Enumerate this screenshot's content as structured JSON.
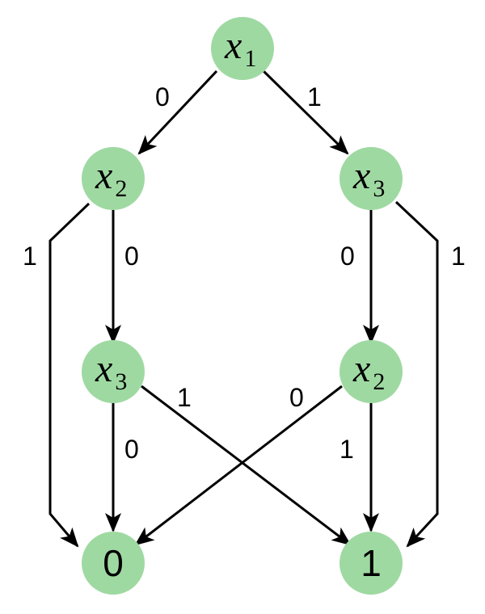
{
  "colors": {
    "node_fill": "#9fd9a2",
    "edge": "#000000",
    "text": "#000000"
  },
  "nodes": [
    {
      "id": "n1",
      "var": "x",
      "sub": "1"
    },
    {
      "id": "n2",
      "var": "x",
      "sub": "2"
    },
    {
      "id": "n3",
      "var": "x",
      "sub": "3"
    },
    {
      "id": "n4",
      "var": "x",
      "sub": "3"
    },
    {
      "id": "n5",
      "var": "x",
      "sub": "2"
    },
    {
      "id": "t0",
      "label": "0"
    },
    {
      "id": "t1",
      "label": "1"
    }
  ],
  "edges": [
    {
      "from": "n1",
      "to": "n2",
      "label": "0"
    },
    {
      "from": "n1",
      "to": "n3",
      "label": "1"
    },
    {
      "from": "n2",
      "to": "n4",
      "label": "0"
    },
    {
      "from": "n2",
      "to": "t0",
      "label": "1"
    },
    {
      "from": "n3",
      "to": "n5",
      "label": "0"
    },
    {
      "from": "n3",
      "to": "t1",
      "label": "1"
    },
    {
      "from": "n4",
      "to": "t0",
      "label": "0"
    },
    {
      "from": "n4",
      "to": "t1",
      "label": "1"
    },
    {
      "from": "n5",
      "to": "t0",
      "label": "0"
    },
    {
      "from": "n5",
      "to": "t1",
      "label": "1"
    }
  ]
}
